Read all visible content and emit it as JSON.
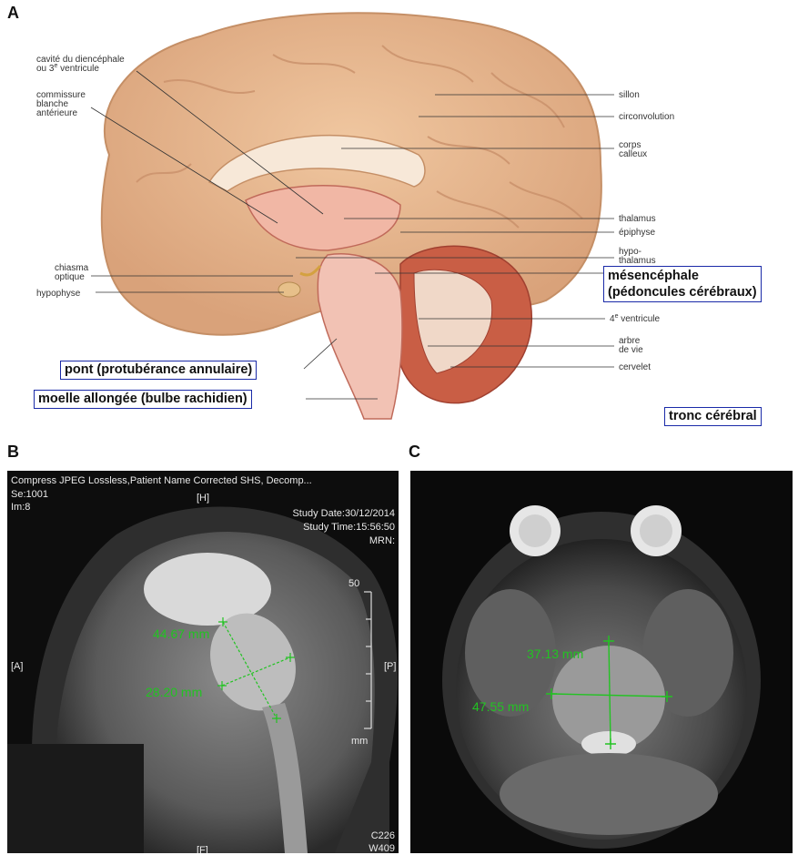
{
  "panels": {
    "a": "A",
    "b": "B",
    "c": "C"
  },
  "panel_a": {
    "labels_left": {
      "diencephale_1": "cavité du diencéphale",
      "diencephale_2": "ou 3",
      "diencephale_sup": "e",
      "diencephale_3": " ventricule",
      "commissure_1": "commissure",
      "commissure_2": "blanche",
      "commissure_3": "antérieure",
      "chiasma_1": "chiasma",
      "chiasma_2": "optique",
      "hypophyse": "hypophyse"
    },
    "labels_right": {
      "sillon": "sillon",
      "circonvolution": "circonvolution",
      "corps_1": "corps",
      "corps_2": "calleux",
      "thalamus": "thalamus",
      "epiphyse": "épiphyse",
      "hypo_1": "hypo-",
      "hypo_2": "thalamus",
      "ventricule4_num": "4",
      "ventricule4_sup": "e",
      "ventricule4_txt": " ventricule",
      "arbre_1": "arbre",
      "arbre_2": "de vie",
      "cervelet": "cervelet"
    },
    "boxed": {
      "mesencephale_1": "mésencéphale",
      "mesencephale_2": "(pédoncules cérébraux)",
      "pont": "pont (protubérance annulaire)",
      "moelle": "moelle allongée (bulbe rachidien)",
      "tronc": "tronc cérébral"
    }
  },
  "panel_b": {
    "header": "Compress JPEG Lossless,Patient Name Corrected SHS, Decomp...",
    "series": "Se:1001",
    "image": "Im:8",
    "orient_top": "[H]",
    "orient_left": "[A]",
    "orient_right": "[P]",
    "orient_bottom": "[F]",
    "study_date": "Study Date:30/12/2014",
    "study_time": "Study Time:15:56:50",
    "mrn": "MRN:",
    "scale_value": "50",
    "scale_unit": "mm",
    "measure_1": "44.67 mm",
    "measure_2": "28.20 mm",
    "window_c": "C226",
    "window_w": "W409"
  },
  "panel_c": {
    "measure_1": "37.13 mm",
    "measure_2": "47.55 mm"
  },
  "colors": {
    "box_border": "#1a2aa8",
    "measure": "#22c322",
    "brain": "#e4b48c"
  }
}
